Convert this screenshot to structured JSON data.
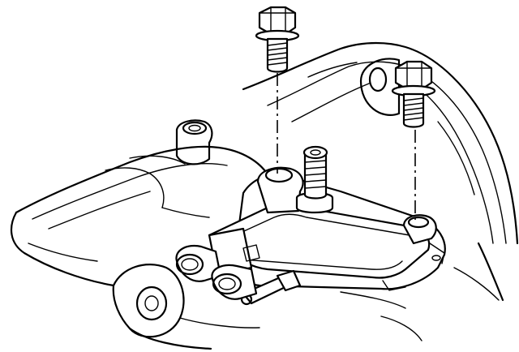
{
  "diagram": {
    "style": "black-and-white line drawing",
    "line_color": "#000000",
    "background_color": "#ffffff",
    "parts": [
      {
        "id": "upper-bolt",
        "icon": "hex-bolt-icon"
      },
      {
        "id": "right-bolt",
        "icon": "hex-bolt-icon"
      },
      {
        "id": "switch-body",
        "icon": "switch-assembly-icon"
      },
      {
        "id": "shaft",
        "icon": "threaded-shaft-icon"
      },
      {
        "id": "electrical-connector",
        "icon": "connector-icon"
      },
      {
        "id": "transmission-case",
        "icon": "housing-icon"
      }
    ]
  }
}
